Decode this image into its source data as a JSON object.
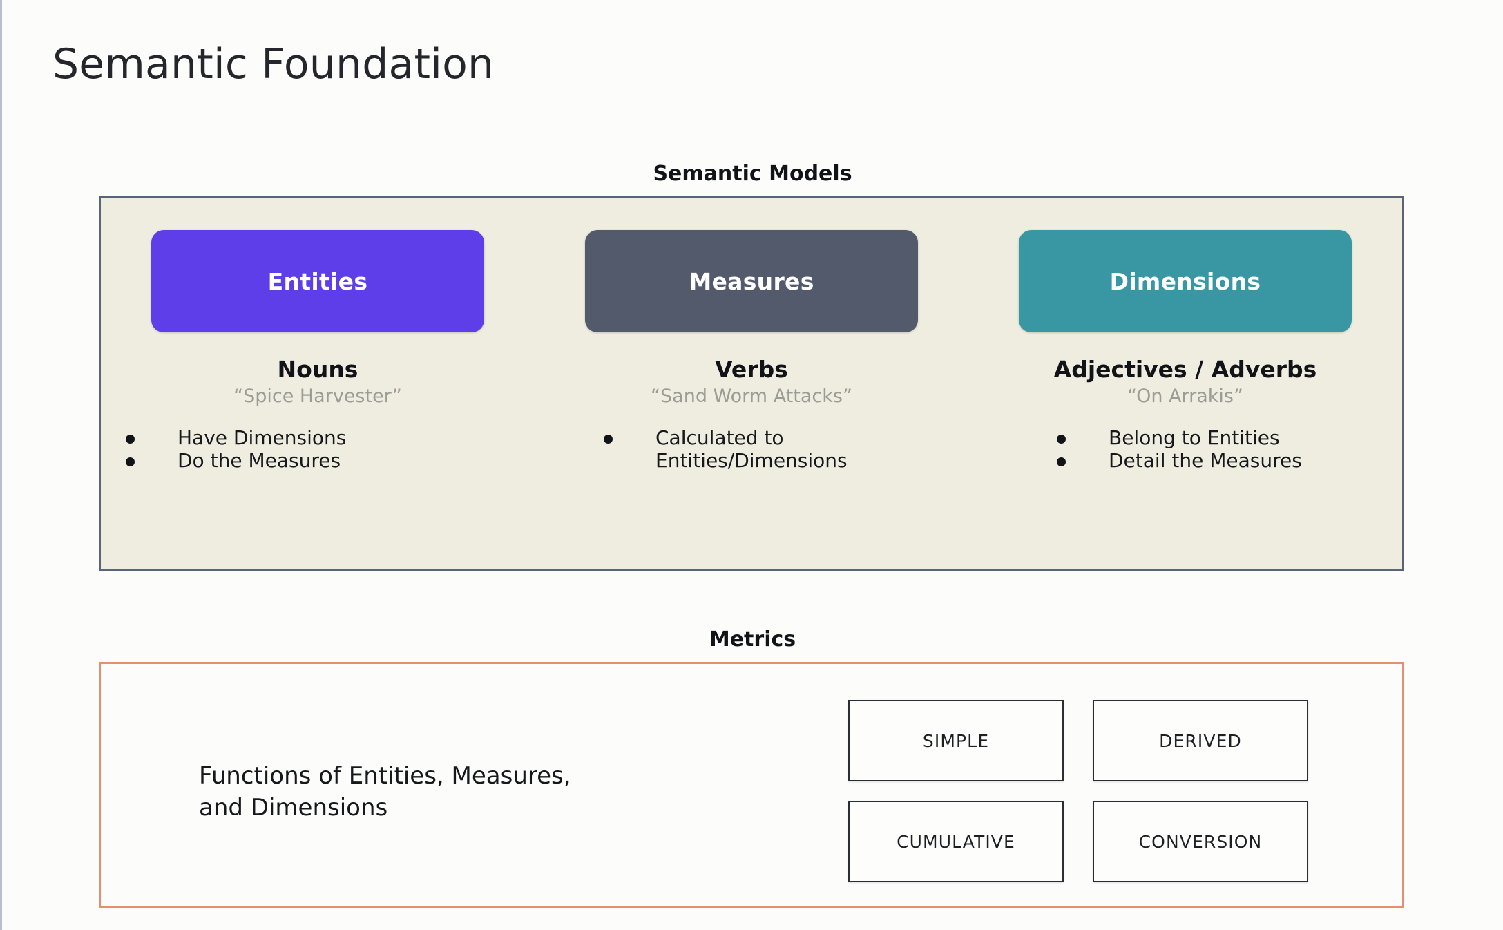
{
  "page": {
    "title": "Semantic Foundation",
    "background_color": "#fcfcfa"
  },
  "semantic_models": {
    "heading": "Semantic Models",
    "panel_fill": "#efede0",
    "panel_border": "#5b6377",
    "columns": [
      {
        "chip_label": "Entities",
        "chip_color": "#5e3ee8",
        "part_of_speech": "Nouns",
        "example": "“Spice Harvester”",
        "bullets": [
          "Have Dimensions",
          "Do the Measures"
        ]
      },
      {
        "chip_label": "Measures",
        "chip_color": "#525a6c",
        "part_of_speech": "Verbs",
        "example": "“Sand Worm Attacks”",
        "bullets": [
          "Calculated to\nEntities/Dimensions"
        ]
      },
      {
        "chip_label": "Dimensions",
        "chip_color": "#3897a3",
        "part_of_speech": "Adjectives / Adverbs",
        "example": "“On Arrakis”",
        "bullets": [
          "Belong to Entities",
          "Detail the Measures"
        ]
      }
    ]
  },
  "metrics": {
    "heading": "Metrics",
    "panel_border": "#e2906f",
    "description": "Functions of Entities, Measures,\nand Dimensions",
    "types": [
      "SIMPLE",
      "DERIVED",
      "CUMULATIVE",
      "CONVERSION"
    ]
  }
}
